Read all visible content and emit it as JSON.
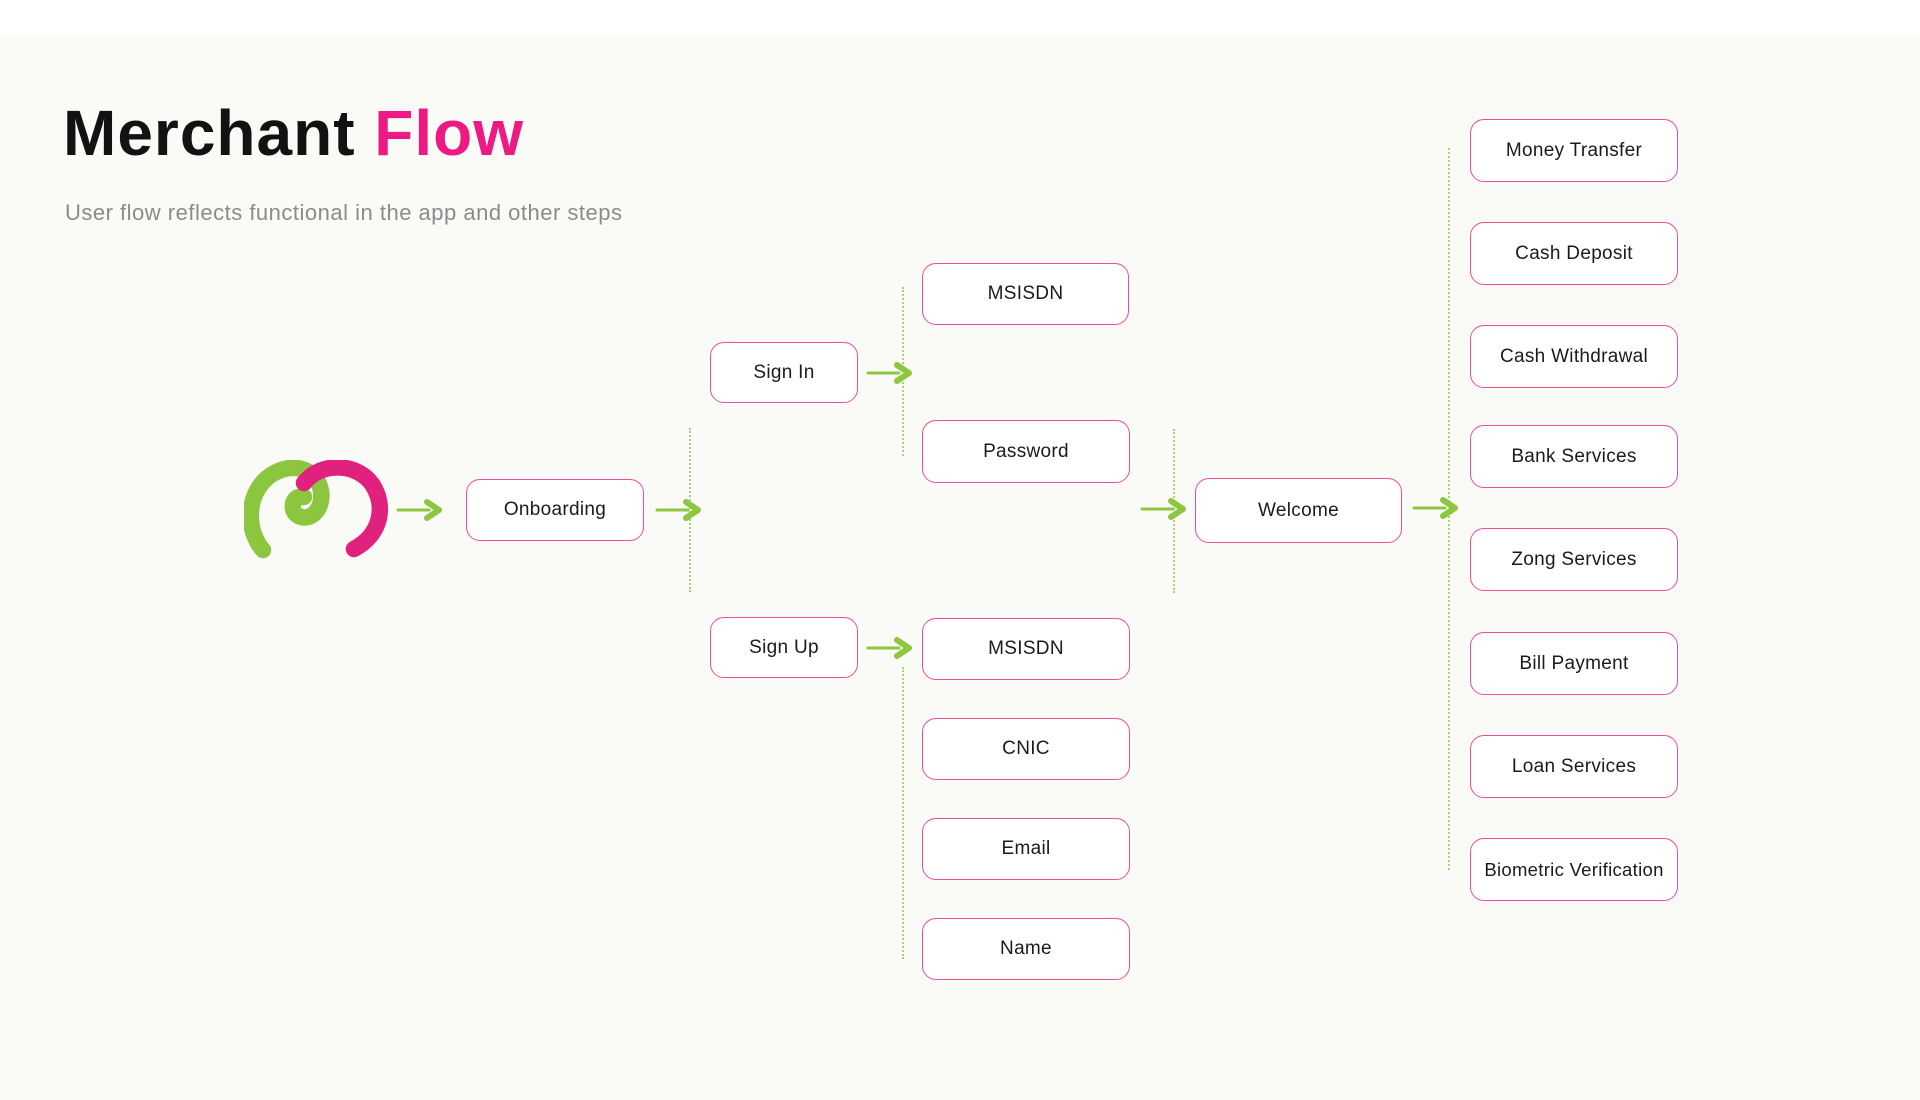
{
  "header": {
    "title_primary": "Merchant",
    "title_accent": "Flow",
    "subtitle": "User flow reflects functional in the app and other steps"
  },
  "colors": {
    "background": "#FAFAF7",
    "accent_pink": "#EC1A82",
    "node_border_pink": "#EE4D9B",
    "arrow_green": "#8DC63F",
    "dotted_connector_green": "#ABD178",
    "logo_green": "#8CC63E",
    "logo_pink": "#E0217E",
    "subtitle_gray": "#8B8B8B"
  },
  "flow": {
    "logo_name": "merchant-m-logo",
    "nodes": {
      "onboarding": "Onboarding",
      "sign_in": "Sign In",
      "msisdn_signin": "MSISDN",
      "password": "Password",
      "sign_up": "Sign Up",
      "msisdn_signup": "MSISDN",
      "cnic": "CNIC",
      "email": "Email",
      "name": "Name",
      "welcome": "Welcome"
    },
    "services": [
      "Money Transfer",
      "Cash Deposit",
      "Cash Withdrawal",
      "Bank Services",
      "Zong Services",
      "Bill Payment",
      "Loan Services",
      "Biometric Verification"
    ]
  }
}
